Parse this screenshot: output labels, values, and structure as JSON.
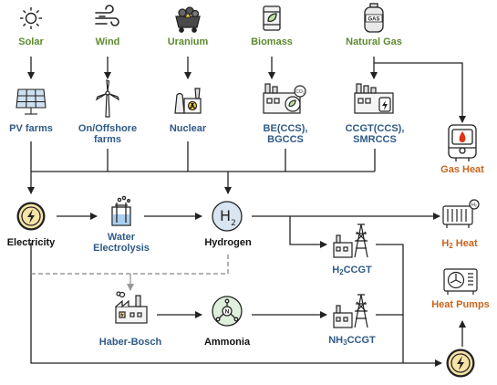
{
  "colors": {
    "source": "#5e8a2e",
    "tech": "#2f5a86",
    "heat": "#c9641c",
    "carrier": "#111111",
    "icon_fill": "#f6e3a6",
    "h2_fill": "#d9e6f2",
    "nh3_fill": "#dff0dc"
  },
  "sources": {
    "solar": "Solar",
    "wind": "Wind",
    "uranium": "Uranium",
    "biomass": "Biomass",
    "natural_gas": "Natural Gas"
  },
  "tech": {
    "pv_farms": "PV farms",
    "onoffshore_line1": "On/Offshore",
    "onoffshore_line2": "farms",
    "nuclear": "Nuclear",
    "be_line1": "BE(CCS),",
    "be_line2": "BGCCS",
    "ccgt_line1": "CCGT(CCS),",
    "ccgt_line2": "SMRCCS",
    "water_line1": "Water",
    "water_line2": "Electrolysis",
    "haber_bosch": "Haber-Bosch",
    "h2ccgt_prefix": "H",
    "h2ccgt_sub": "2",
    "h2ccgt_suffix": "CCGT",
    "nh3ccgt_prefix": "NH",
    "nh3ccgt_sub": "3",
    "nh3ccgt_suffix": "CCGT"
  },
  "carriers": {
    "electricity": "Electricity",
    "hydrogen": "Hydrogen",
    "ammonia": "Ammonia"
  },
  "heat": {
    "gas_heat": "Gas Heat",
    "h2_heat_prefix": "H",
    "h2_heat_sub": "2",
    "h2_heat_suffix": " Heat",
    "heat_pumps": "Heat Pumps"
  },
  "icons": {
    "solar": "sun-icon",
    "wind": "wind-icon",
    "uranium": "mine-cart-icon",
    "biomass": "biofuel-barrel-icon",
    "natural_gas": "gas-cylinder-icon",
    "pv_farms": "solar-panel-icon",
    "onoffshore": "wind-turbine-icon",
    "nuclear": "nuclear-plant-icon",
    "be": "biomass-plant-icon",
    "ccgt": "gas-plant-icon",
    "gas_heat": "gas-boiler-icon",
    "electricity": "lightning-bolt-icon",
    "electrolysis": "electrolyzer-icon",
    "hydrogen": "hydrogen-molecule-icon",
    "h2ccgt": "power-plant-pylon-icon",
    "h2_heat": "radiator-icon",
    "heat_pumps": "heat-pump-icon",
    "haber_bosch": "factory-icon",
    "ammonia": "ammonia-molecule-icon",
    "nh3ccgt": "power-plant-pylon-icon",
    "heat_pump_power": "lightning-bolt-icon"
  },
  "hydrogen_symbol": {
    "element": "H",
    "subscript": "2"
  }
}
